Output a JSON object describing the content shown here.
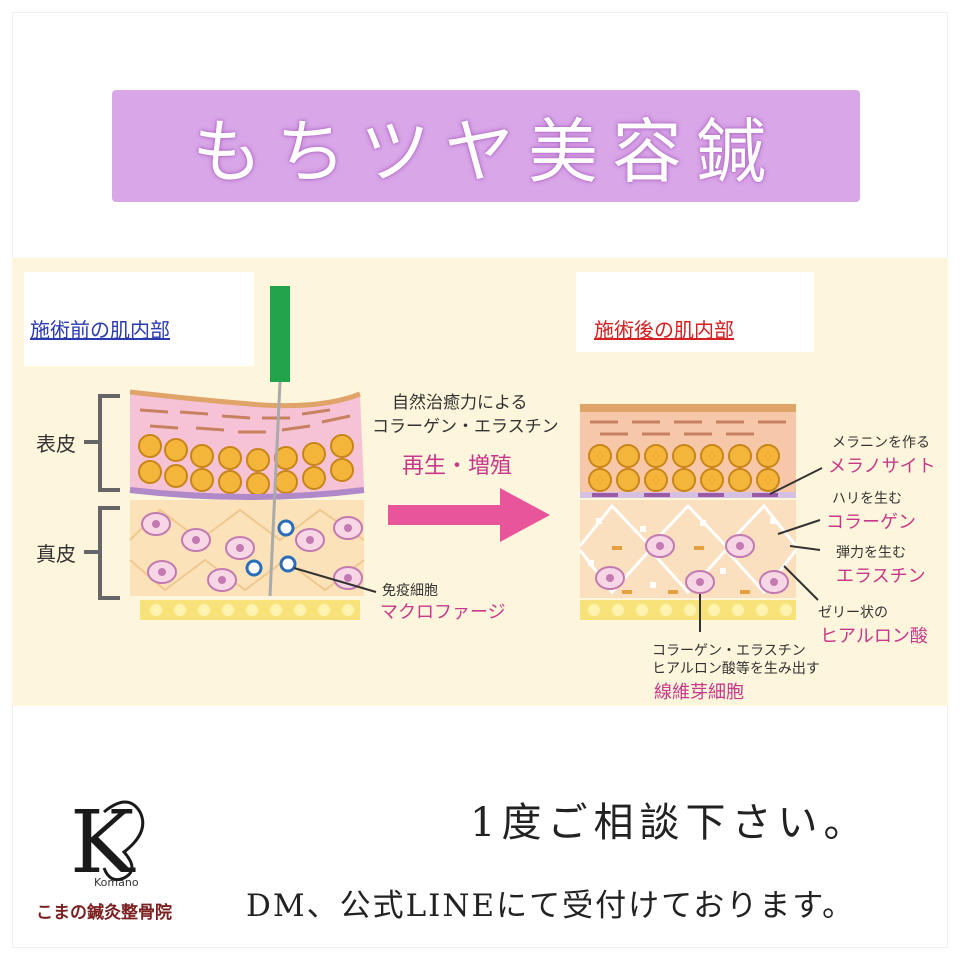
{
  "title": "もちツヤ美容鍼",
  "before_label": "施術前の肌内部",
  "after_label": "施術後の肌内部",
  "layer_labels": {
    "epidermis": "表皮",
    "dermis": "真皮"
  },
  "arrow_caption": {
    "line1": "自然治癒力による",
    "line2": "コラーゲン・エラスチン",
    "line3": "再生・増殖"
  },
  "immune": {
    "label": "免疫細胞",
    "name": "マクロファージ"
  },
  "annotations": [
    {
      "label": "メラニンを作る",
      "name": "メラノサイト"
    },
    {
      "label": "ハリを生む",
      "name": "コラーゲン"
    },
    {
      "label": "弾力を生む",
      "name": "エラスチン"
    },
    {
      "label": "ゼリー状の",
      "name": "ヒアルロン酸"
    }
  ],
  "fibroblast": {
    "line1": "コラーゲン・エラスチン",
    "line2": "ヒアルロン酸等を生み出す",
    "name": "線維芽細胞"
  },
  "footer": {
    "line1": "1度ご相談下さい。",
    "line2": "DM、公式LINEにて受付けております。"
  },
  "logo": {
    "mark": "K",
    "latin": "Komano",
    "clinic": "こまの鍼灸整骨院"
  },
  "colors": {
    "title_bg": "#d9a7e8",
    "diagram_bg": "#fdf6dc",
    "before_label": "#2a3bb0",
    "after_label": "#d42020",
    "accent_pink": "#c8388a",
    "arrow": "#e8559a",
    "needle_green": "#22a34a",
    "clinic_text": "#7a1f1f"
  }
}
